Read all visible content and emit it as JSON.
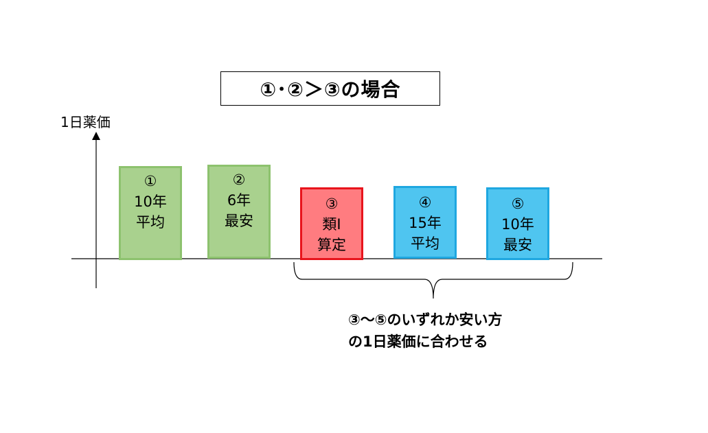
{
  "title": "①･②＞③の場合",
  "y_axis_label": "1日薬価",
  "bars": [
    {
      "number": "①",
      "line1": "10年",
      "line2": "平均",
      "fill": "#a9d18e",
      "border": "#8dc26e"
    },
    {
      "number": "②",
      "line1": "6年",
      "line2": "最安",
      "fill": "#a9d18e",
      "border": "#8dc26e"
    },
    {
      "number": "③",
      "line1": "類Ⅰ",
      "line2": "算定",
      "fill": "#ff7c80",
      "border": "#e8141c"
    },
    {
      "number": "④",
      "line1": "15年",
      "line2": "平均",
      "fill": "#4fc5f0",
      "border": "#1fa7e0"
    },
    {
      "number": "⑤",
      "line1": "10年",
      "line2": "最安",
      "fill": "#4fc5f0",
      "border": "#1fa7e0"
    }
  ],
  "note": {
    "line1": "③～⑤のいずれか安い方",
    "line2": "の1日薬価に合わせる"
  }
}
